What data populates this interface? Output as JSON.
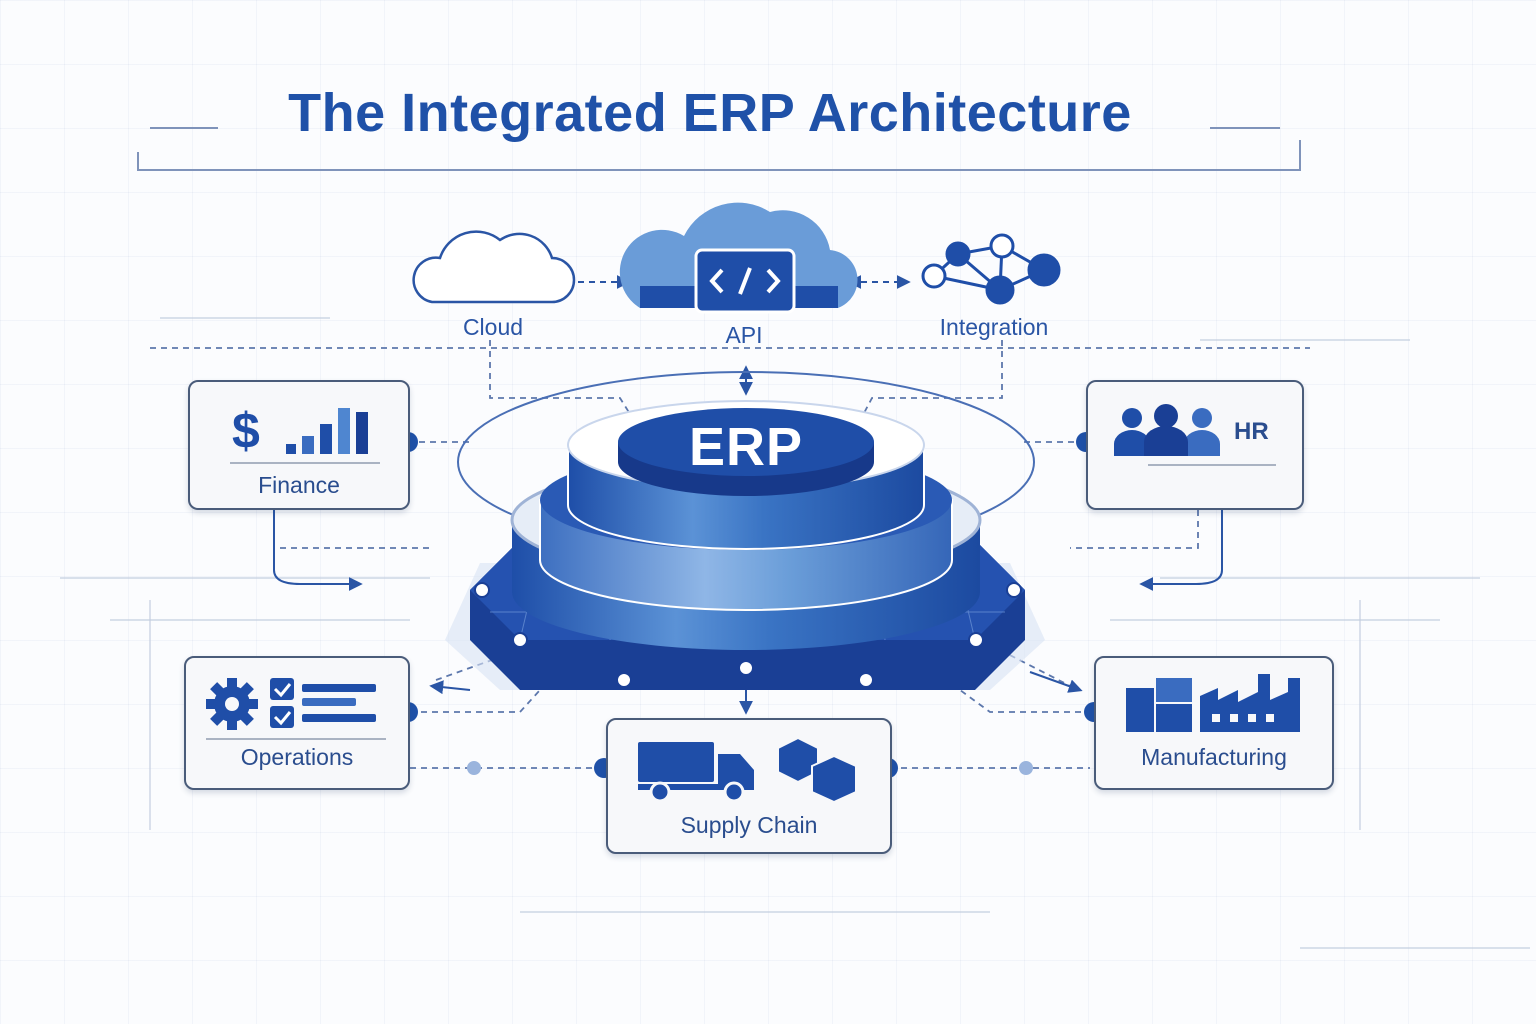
{
  "title": "The Integrated ERP Architecture",
  "core": {
    "label": "ERP"
  },
  "top_nodes": [
    {
      "id": "cloud",
      "label": "Cloud",
      "icon": "cloud-icon"
    },
    {
      "id": "api",
      "label": "API",
      "icon": "code-cloud-icon"
    },
    {
      "id": "integration",
      "label": "Integration",
      "icon": "network-nodes-icon"
    }
  ],
  "modules": {
    "finance": {
      "label": "Finance",
      "icon": "dollar-chart-icon"
    },
    "hr": {
      "label": "HR",
      "icon": "people-icon"
    },
    "operations": {
      "label": "Operations",
      "icon": "gear-checklist-icon"
    },
    "supply_chain": {
      "label": "Supply Chain",
      "icon": "truck-boxes-icon"
    },
    "manufacturing": {
      "label": "Manufacturing",
      "icon": "factory-icon"
    }
  },
  "colors": {
    "primary": "#1f51a8",
    "dark_blue": "#1a3f95",
    "light_blue": "#4f86d0",
    "line": "#7f93ba",
    "card_border": "#4a5c7a"
  }
}
